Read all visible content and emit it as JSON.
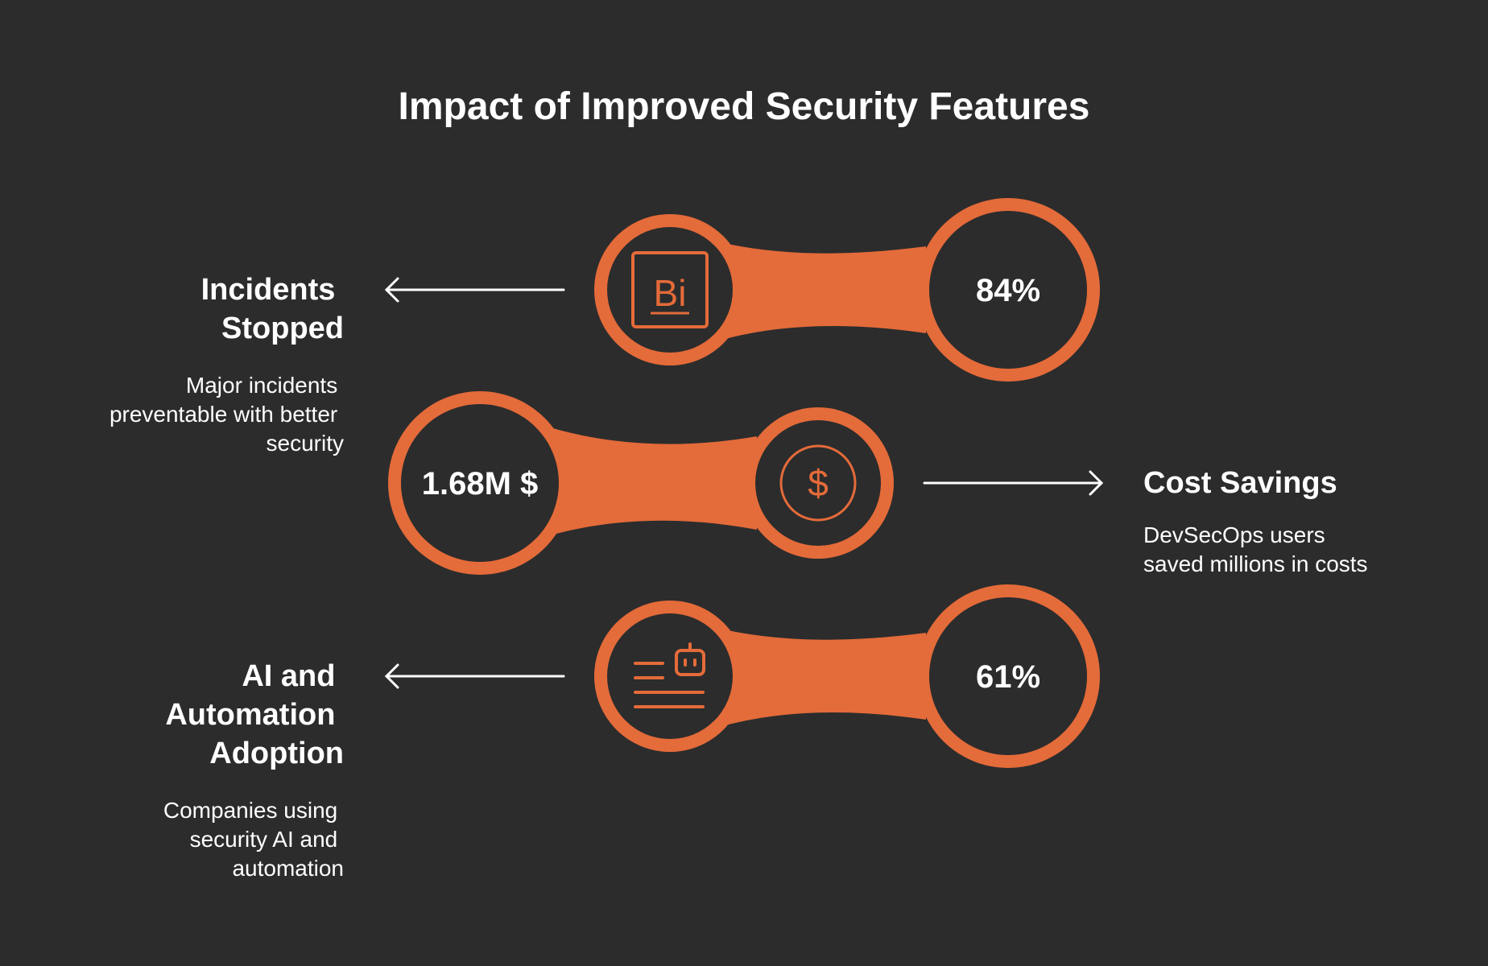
{
  "title": "Impact of Improved Security Features",
  "colors": {
    "background": "#2c2c2c",
    "accent": "#e46b3a",
    "text": "#ffffff"
  },
  "items": [
    {
      "heading_lines": [
        "Incidents",
        "Stopped"
      ],
      "description_lines": [
        "Major incidents",
        "preventable with better",
        "security"
      ],
      "value": "84%",
      "icon": "bi-icon"
    },
    {
      "heading_lines": [
        "Cost Savings"
      ],
      "description_lines": [
        "DevSecOps users",
        "saved millions in costs"
      ],
      "value": "1.68M $",
      "icon": "dollar-icon"
    },
    {
      "heading_lines": [
        "AI and",
        "Automation",
        "Adoption"
      ],
      "description_lines": [
        "Companies using",
        "security AI and",
        "automation"
      ],
      "value": "61%",
      "icon": "robot-document-icon"
    }
  ]
}
